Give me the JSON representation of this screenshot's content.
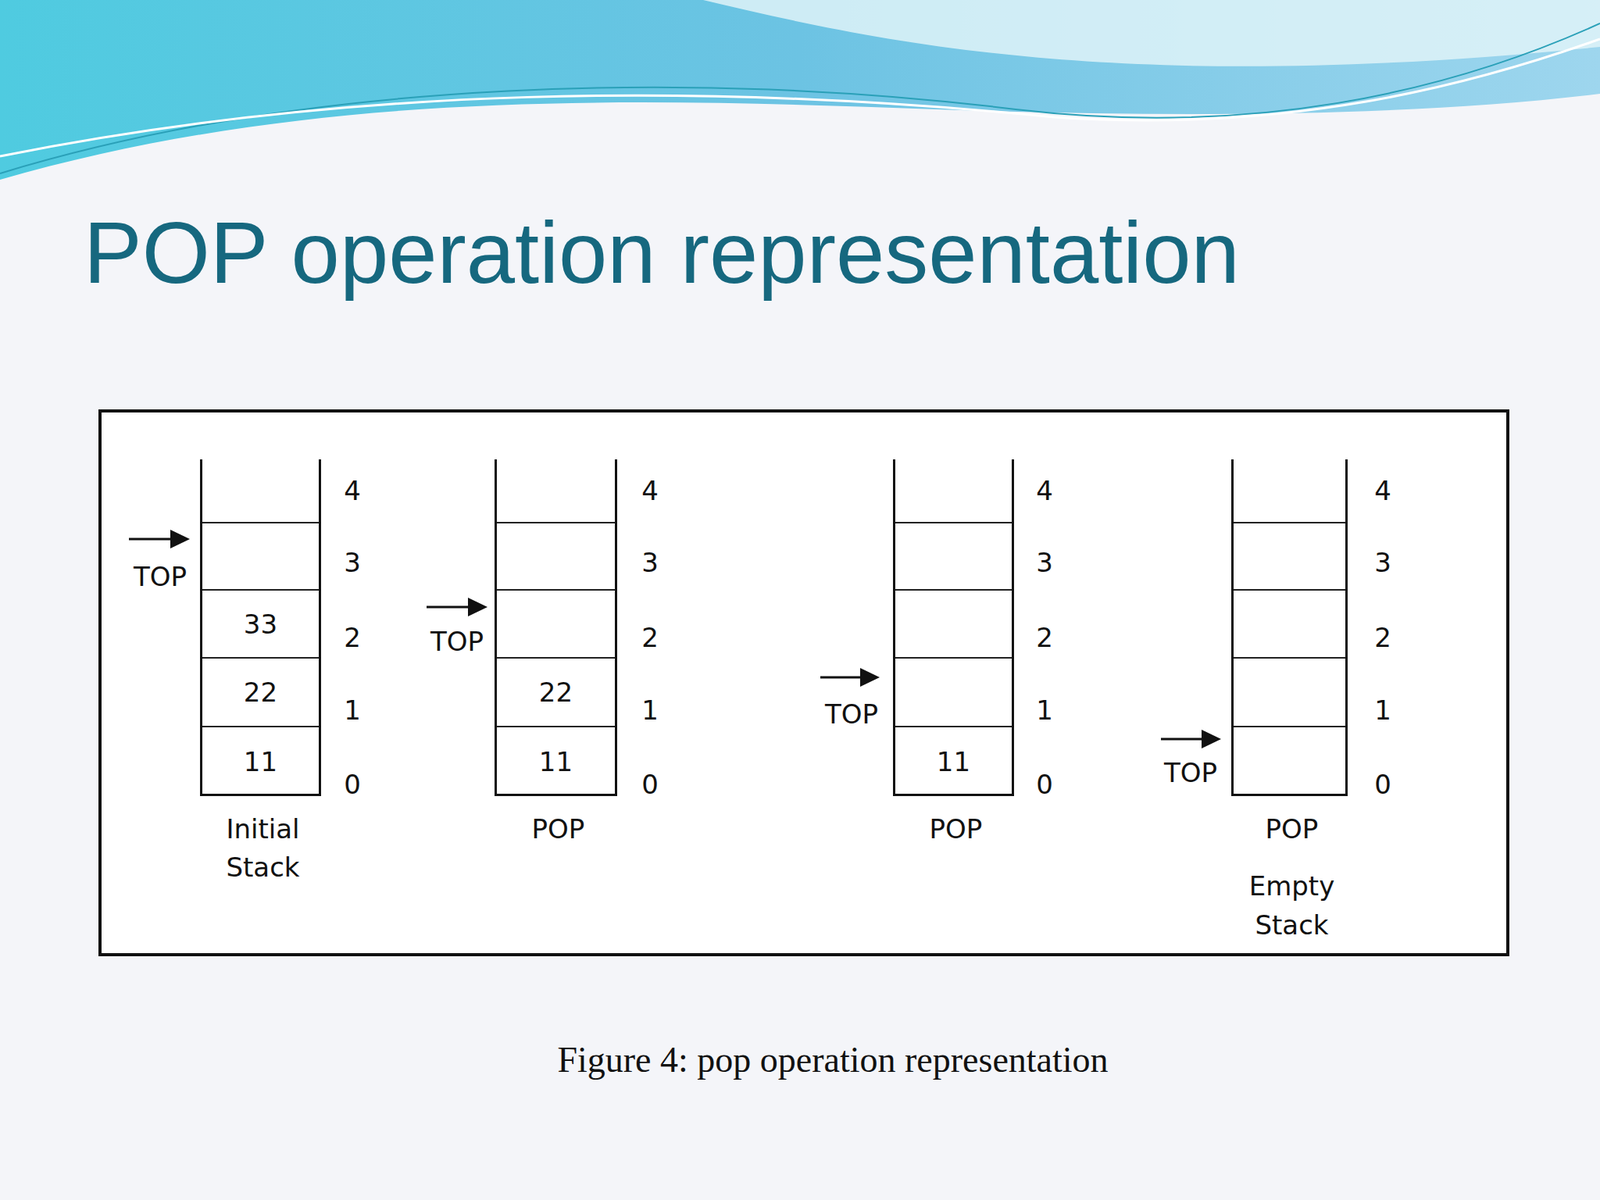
{
  "diagram": {
    "title": "POP operation representation",
    "caption": "Figure 4: pop operation representation",
    "nodes": [
      {
        "text": [
          "Initial Stack"
        ]
      },
      {
        "text": [
          "33"
        ],
        "in": 0
      },
      {
        "text": [
          "22"
        ],
        "in": 0
      },
      {
        "text": [
          "11"
        ],
        "in": 0
      },
      {
        "text": [
          "POP"
        ]
      },
      {
        "text": [
          "22"
        ],
        "in": 4
      },
      {
        "text": [
          "11"
        ],
        "in": 4
      },
      {
        "text": [
          "POP"
        ]
      },
      {
        "text": [
          "11"
        ],
        "in": 7
      },
      {
        "text": [
          "POP",
          "Empty Stack"
        ]
      }
    ],
    "labels": [
      "TOP",
      "4",
      "3",
      "2",
      "1",
      "0",
      "TOP",
      "4",
      "3",
      "2",
      "1",
      "0",
      "TOP",
      "4",
      "3",
      "2",
      "1",
      "0",
      "TOP",
      "4",
      "3",
      "2",
      "1",
      "0"
    ]
  }
}
